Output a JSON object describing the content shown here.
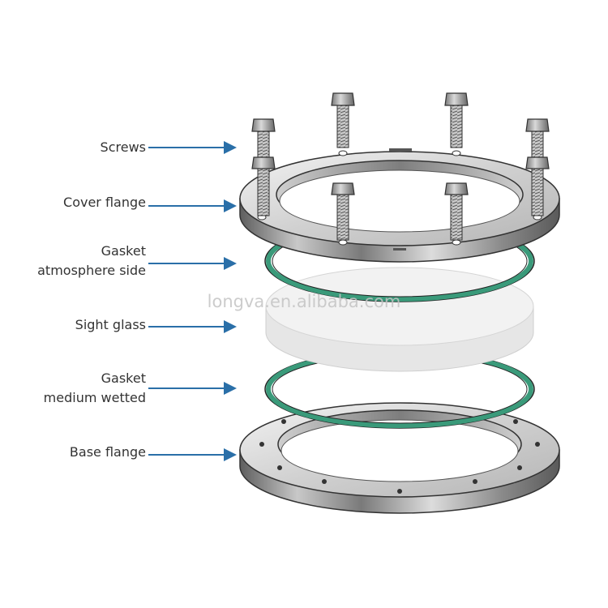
{
  "labels": {
    "screws": "Screws",
    "cover_flange": "Cover flange",
    "gasket_atmo_line1": "Gasket",
    "gasket_atmo_line2": "atmosphere side",
    "sight_glass": "Sight glass",
    "gasket_medium_line1": "Gasket",
    "gasket_medium_line2": "medium wetted",
    "base_flange": "Base flange"
  },
  "watermark": "longva.en.alibaba.com",
  "colors": {
    "arrow": "#2a6fa8",
    "gasket": "#3a9a7a",
    "metal": "#8e8e8e",
    "glass": "#eeeeee"
  }
}
